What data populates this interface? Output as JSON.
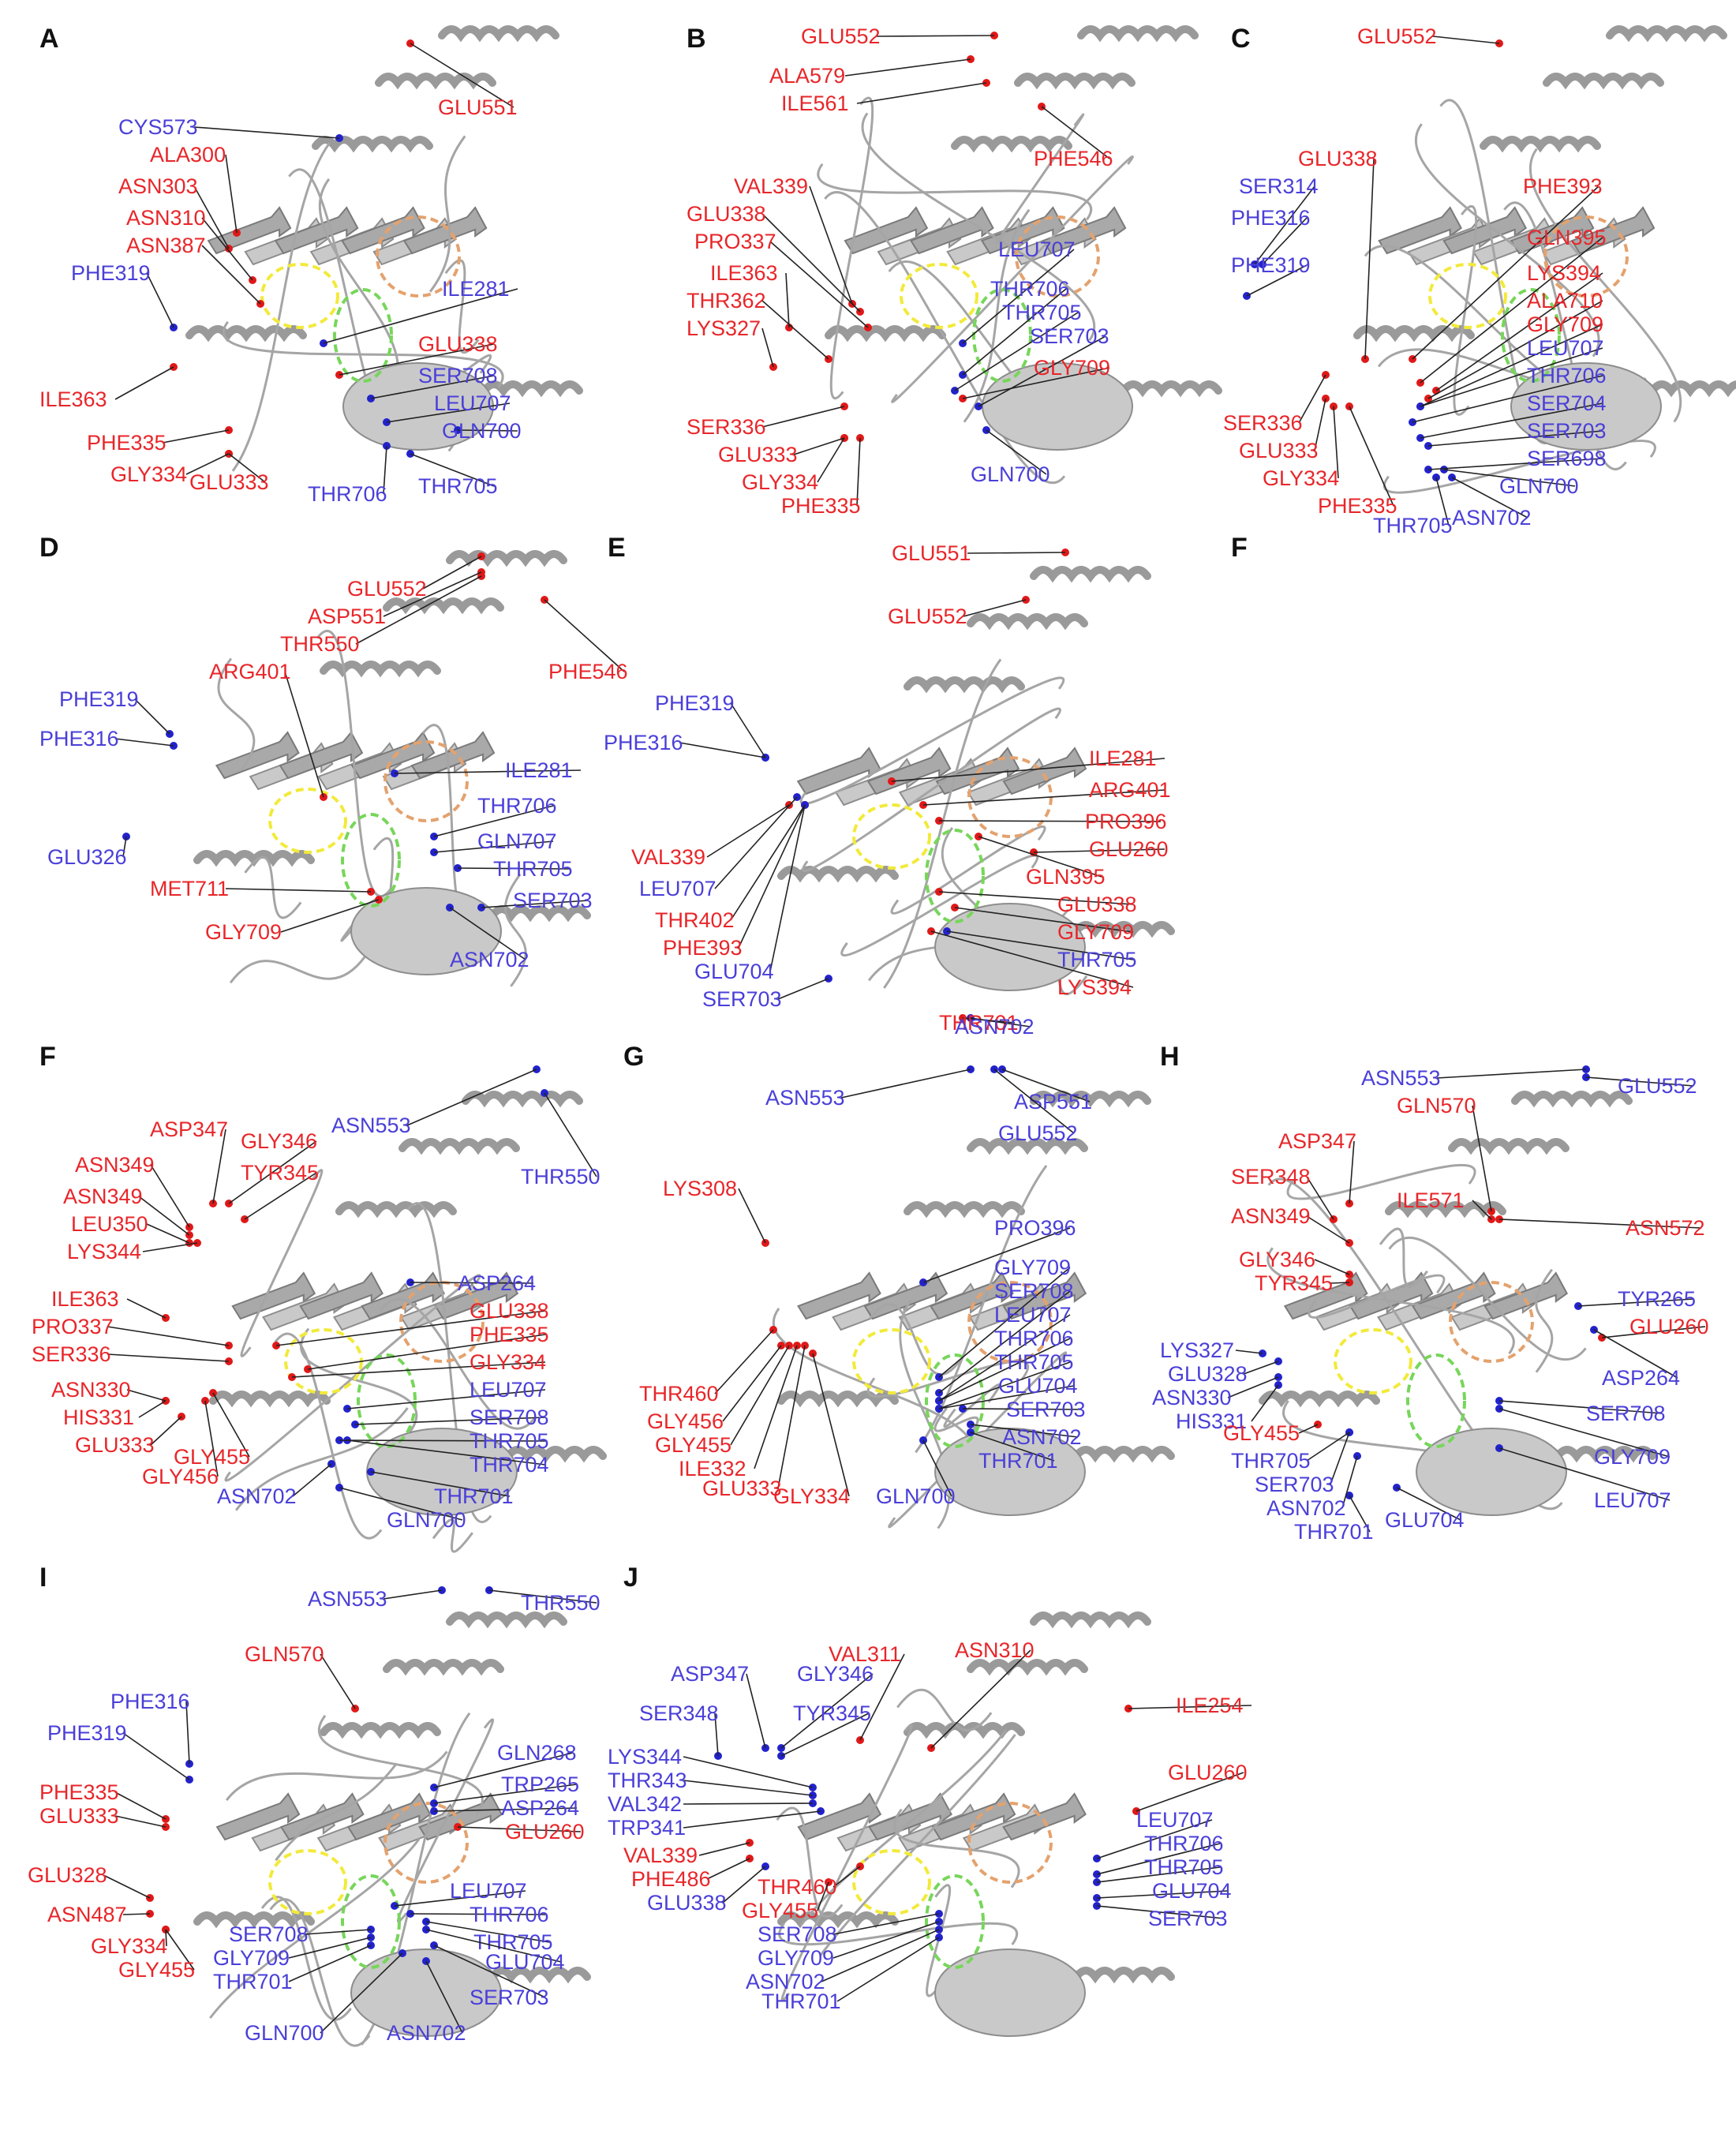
{
  "panels": [
    {
      "id": "A",
      "letter": "A",
      "labels": [
        {
          "text": "GLU551",
          "color": "red"
        },
        {
          "text": "CYS573",
          "color": "blue"
        },
        {
          "text": "ALA300",
          "color": "red"
        },
        {
          "text": "ASN303",
          "color": "red"
        },
        {
          "text": "ASN310",
          "color": "red"
        },
        {
          "text": "ASN387",
          "color": "red"
        },
        {
          "text": "PHE319",
          "color": "blue"
        },
        {
          "text": "ILE281",
          "color": "blue"
        },
        {
          "text": "GLU338",
          "color": "red"
        },
        {
          "text": "SER708",
          "color": "blue"
        },
        {
          "text": "LEU707",
          "color": "blue"
        },
        {
          "text": "GLN700",
          "color": "blue"
        },
        {
          "text": "ILE363",
          "color": "red"
        },
        {
          "text": "PHE335",
          "color": "red"
        },
        {
          "text": "GLY334",
          "color": "red"
        },
        {
          "text": "GLU333",
          "color": "red"
        },
        {
          "text": "THR706",
          "color": "blue"
        },
        {
          "text": "THR705",
          "color": "blue"
        }
      ]
    },
    {
      "id": "B",
      "letter": "B",
      "labels": [
        {
          "text": "GLU552",
          "color": "red"
        },
        {
          "text": "ALA579",
          "color": "red"
        },
        {
          "text": "ILE561",
          "color": "red"
        },
        {
          "text": "PHE546",
          "color": "red"
        },
        {
          "text": "VAL339",
          "color": "red"
        },
        {
          "text": "GLU338",
          "color": "red"
        },
        {
          "text": "PRO337",
          "color": "red"
        },
        {
          "text": "ILE363",
          "color": "red"
        },
        {
          "text": "THR362",
          "color": "red"
        },
        {
          "text": "LYS327",
          "color": "red"
        },
        {
          "text": "LEU707",
          "color": "blue"
        },
        {
          "text": "THR706",
          "color": "blue"
        },
        {
          "text": "THR705",
          "color": "blue"
        },
        {
          "text": "SER703",
          "color": "blue"
        },
        {
          "text": "GLY709",
          "color": "red"
        },
        {
          "text": "SER336",
          "color": "red"
        },
        {
          "text": "GLU333",
          "color": "red"
        },
        {
          "text": "GLY334",
          "color": "red"
        },
        {
          "text": "PHE335",
          "color": "red"
        },
        {
          "text": "GLN700",
          "color": "blue"
        }
      ]
    },
    {
      "id": "C",
      "letter": "C",
      "labels": [
        {
          "text": "GLU552",
          "color": "red"
        },
        {
          "text": "GLU338",
          "color": "red"
        },
        {
          "text": "SER314",
          "color": "blue"
        },
        {
          "text": "PHE316",
          "color": "blue"
        },
        {
          "text": "PHE319",
          "color": "blue"
        },
        {
          "text": "PHE393",
          "color": "red"
        },
        {
          "text": "GLN395",
          "color": "red"
        },
        {
          "text": "LYS394",
          "color": "red"
        },
        {
          "text": "ALA710",
          "color": "red"
        },
        {
          "text": "GLY709",
          "color": "red"
        },
        {
          "text": "LEU707",
          "color": "blue"
        },
        {
          "text": "THR706",
          "color": "blue"
        },
        {
          "text": "SER704",
          "color": "blue"
        },
        {
          "text": "SER703",
          "color": "blue"
        },
        {
          "text": "SER698",
          "color": "blue"
        },
        {
          "text": "SER336",
          "color": "red"
        },
        {
          "text": "GLU333",
          "color": "red"
        },
        {
          "text": "GLY334",
          "color": "red"
        },
        {
          "text": "PHE335",
          "color": "red"
        },
        {
          "text": "GLN700",
          "color": "blue"
        },
        {
          "text": "THR705",
          "color": "blue"
        },
        {
          "text": "ASN702",
          "color": "blue"
        }
      ]
    },
    {
      "id": "D",
      "letter": "D",
      "labels": [
        {
          "text": "GLU552",
          "color": "red"
        },
        {
          "text": "ASP551",
          "color": "red"
        },
        {
          "text": "THR550",
          "color": "red"
        },
        {
          "text": "PHE546",
          "color": "red"
        },
        {
          "text": "ARG401",
          "color": "red"
        },
        {
          "text": "PHE319",
          "color": "blue"
        },
        {
          "text": "PHE316",
          "color": "blue"
        },
        {
          "text": "ILE281",
          "color": "blue"
        },
        {
          "text": "THR706",
          "color": "blue"
        },
        {
          "text": "GLN707",
          "color": "blue"
        },
        {
          "text": "THR705",
          "color": "blue"
        },
        {
          "text": "SER703",
          "color": "blue"
        },
        {
          "text": "GLU326",
          "color": "blue"
        },
        {
          "text": "MET711",
          "color": "red"
        },
        {
          "text": "GLY709",
          "color": "red"
        },
        {
          "text": "ASN702",
          "color": "blue"
        }
      ]
    },
    {
      "id": "E",
      "letter": "E",
      "labels": [
        {
          "text": "GLU551",
          "color": "red"
        },
        {
          "text": "GLU552",
          "color": "red"
        },
        {
          "text": "PHE319",
          "color": "blue"
        },
        {
          "text": "PHE316",
          "color": "blue"
        },
        {
          "text": "ILE281",
          "color": "red"
        },
        {
          "text": "ARG401",
          "color": "red"
        },
        {
          "text": "PRO396",
          "color": "red"
        },
        {
          "text": "GLU260",
          "color": "red"
        },
        {
          "text": "VAL339",
          "color": "red"
        },
        {
          "text": "GLN395",
          "color": "red"
        },
        {
          "text": "LEU707",
          "color": "blue"
        },
        {
          "text": "GLU338",
          "color": "red"
        },
        {
          "text": "THR402",
          "color": "red"
        },
        {
          "text": "GLY709",
          "color": "red"
        },
        {
          "text": "PHE393",
          "color": "red"
        },
        {
          "text": "THR705",
          "color": "blue"
        },
        {
          "text": "GLU704",
          "color": "blue"
        },
        {
          "text": "LYS394",
          "color": "red"
        },
        {
          "text": "SER703",
          "color": "blue"
        },
        {
          "text": "THR701",
          "color": "red"
        },
        {
          "text": "ASN702",
          "color": "blue"
        }
      ]
    },
    {
      "id": "F-empty",
      "letter": "F",
      "labels": []
    },
    {
      "id": "F",
      "letter": "F",
      "labels": [
        {
          "text": "ASN553",
          "color": "blue"
        },
        {
          "text": "THR550",
          "color": "blue"
        },
        {
          "text": "ASP347",
          "color": "red"
        },
        {
          "text": "GLY346",
          "color": "red"
        },
        {
          "text": "ASN349",
          "color": "red"
        },
        {
          "text": "TYR345",
          "color": "red"
        },
        {
          "text": "ASN349",
          "color": "red"
        },
        {
          "text": "LEU350",
          "color": "red"
        },
        {
          "text": "LYS344",
          "color": "red"
        },
        {
          "text": "ASP264",
          "color": "blue"
        },
        {
          "text": "ILE363",
          "color": "red"
        },
        {
          "text": "GLU338",
          "color": "red"
        },
        {
          "text": "PRO337",
          "color": "red"
        },
        {
          "text": "PHE335",
          "color": "red"
        },
        {
          "text": "SER336",
          "color": "red"
        },
        {
          "text": "GLY334",
          "color": "red"
        },
        {
          "text": "LEU707",
          "color": "blue"
        },
        {
          "text": "SER708",
          "color": "blue"
        },
        {
          "text": "ASN330",
          "color": "red"
        },
        {
          "text": "THR705",
          "color": "blue"
        },
        {
          "text": "HIS331",
          "color": "red"
        },
        {
          "text": "THR704",
          "color": "blue"
        },
        {
          "text": "GLU333",
          "color": "red"
        },
        {
          "text": "GLY455",
          "color": "red"
        },
        {
          "text": "GLY456",
          "color": "red"
        },
        {
          "text": "THR701",
          "color": "blue"
        },
        {
          "text": "ASN702",
          "color": "blue"
        },
        {
          "text": "GLN700",
          "color": "blue"
        }
      ]
    },
    {
      "id": "G",
      "letter": "G",
      "labels": [
        {
          "text": "ASN553",
          "color": "blue"
        },
        {
          "text": "ASP551",
          "color": "blue"
        },
        {
          "text": "GLU552",
          "color": "blue"
        },
        {
          "text": "LYS308",
          "color": "red"
        },
        {
          "text": "PRO396",
          "color": "blue"
        },
        {
          "text": "GLY709",
          "color": "blue"
        },
        {
          "text": "SER708",
          "color": "blue"
        },
        {
          "text": "LEU707",
          "color": "blue"
        },
        {
          "text": "THR706",
          "color": "blue"
        },
        {
          "text": "THR705",
          "color": "blue"
        },
        {
          "text": "GLU704",
          "color": "blue"
        },
        {
          "text": "THR460",
          "color": "red"
        },
        {
          "text": "SER703",
          "color": "blue"
        },
        {
          "text": "GLY456",
          "color": "red"
        },
        {
          "text": "ASN702",
          "color": "blue"
        },
        {
          "text": "GLY455",
          "color": "red"
        },
        {
          "text": "THR701",
          "color": "blue"
        },
        {
          "text": "ILE332",
          "color": "red"
        },
        {
          "text": "GLU333",
          "color": "red"
        },
        {
          "text": "GLY334",
          "color": "red"
        },
        {
          "text": "GLN700",
          "color": "blue"
        }
      ]
    },
    {
      "id": "H",
      "letter": "H",
      "labels": [
        {
          "text": "ASN553",
          "color": "blue"
        },
        {
          "text": "GLU552",
          "color": "blue"
        },
        {
          "text": "GLN570",
          "color": "red"
        },
        {
          "text": "ASP347",
          "color": "red"
        },
        {
          "text": "SER348",
          "color": "red"
        },
        {
          "text": "ILE571",
          "color": "red"
        },
        {
          "text": "ASN349",
          "color": "red"
        },
        {
          "text": "ASN572",
          "color": "red"
        },
        {
          "text": "GLY346",
          "color": "red"
        },
        {
          "text": "TYR345",
          "color": "red"
        },
        {
          "text": "TYR265",
          "color": "blue"
        },
        {
          "text": "GLU260",
          "color": "red"
        },
        {
          "text": "LYS327",
          "color": "blue"
        },
        {
          "text": "GLU328",
          "color": "blue"
        },
        {
          "text": "ASP264",
          "color": "blue"
        },
        {
          "text": "ASN330",
          "color": "blue"
        },
        {
          "text": "HIS331",
          "color": "blue"
        },
        {
          "text": "SER708",
          "color": "blue"
        },
        {
          "text": "GLY455",
          "color": "red"
        },
        {
          "text": "GLY709",
          "color": "blue"
        },
        {
          "text": "THR705",
          "color": "blue"
        },
        {
          "text": "SER703",
          "color": "blue"
        },
        {
          "text": "LEU707",
          "color": "blue"
        },
        {
          "text": "ASN702",
          "color": "blue"
        },
        {
          "text": "GLU704",
          "color": "blue"
        },
        {
          "text": "THR701",
          "color": "blue"
        }
      ]
    },
    {
      "id": "I",
      "letter": "I",
      "labels": [
        {
          "text": "ASN553",
          "color": "blue"
        },
        {
          "text": "THR550",
          "color": "blue"
        },
        {
          "text": "GLN570",
          "color": "red"
        },
        {
          "text": "PHE316",
          "color": "blue"
        },
        {
          "text": "PHE319",
          "color": "blue"
        },
        {
          "text": "GLN268",
          "color": "blue"
        },
        {
          "text": "PHE335",
          "color": "red"
        },
        {
          "text": "TRP265",
          "color": "blue"
        },
        {
          "text": "GLU333",
          "color": "red"
        },
        {
          "text": "ASP264",
          "color": "blue"
        },
        {
          "text": "GLU260",
          "color": "red"
        },
        {
          "text": "GLU328",
          "color": "red"
        },
        {
          "text": "LEU707",
          "color": "blue"
        },
        {
          "text": "THR706",
          "color": "blue"
        },
        {
          "text": "ASN487",
          "color": "red"
        },
        {
          "text": "THR705",
          "color": "blue"
        },
        {
          "text": "GLU704",
          "color": "blue"
        },
        {
          "text": "GLY334",
          "color": "red"
        },
        {
          "text": "GLY455",
          "color": "red"
        },
        {
          "text": "SER708",
          "color": "blue"
        },
        {
          "text": "SER703",
          "color": "blue"
        },
        {
          "text": "GLY709",
          "color": "blue"
        },
        {
          "text": "THR701",
          "color": "blue"
        },
        {
          "text": "GLN700",
          "color": "blue"
        },
        {
          "text": "ASN702",
          "color": "blue"
        }
      ]
    },
    {
      "id": "J",
      "letter": "J",
      "labels": [
        {
          "text": "VAL311",
          "color": "red"
        },
        {
          "text": "ASN310",
          "color": "red"
        },
        {
          "text": "ASP347",
          "color": "blue"
        },
        {
          "text": "GLY346",
          "color": "blue"
        },
        {
          "text": "SER348",
          "color": "blue"
        },
        {
          "text": "TYR345",
          "color": "blue"
        },
        {
          "text": "ILE254",
          "color": "red"
        },
        {
          "text": "LYS344",
          "color": "blue"
        },
        {
          "text": "THR343",
          "color": "blue"
        },
        {
          "text": "VAL342",
          "color": "blue"
        },
        {
          "text": "GLU260",
          "color": "red"
        },
        {
          "text": "TRP341",
          "color": "blue"
        },
        {
          "text": "LEU707",
          "color": "blue"
        },
        {
          "text": "VAL339",
          "color": "red"
        },
        {
          "text": "THR706",
          "color": "blue"
        },
        {
          "text": "PHE486",
          "color": "red"
        },
        {
          "text": "THR705",
          "color": "blue"
        },
        {
          "text": "GLU338",
          "color": "blue"
        },
        {
          "text": "THR460",
          "color": "red"
        },
        {
          "text": "GLU704",
          "color": "blue"
        },
        {
          "text": "GLY455",
          "color": "red"
        },
        {
          "text": "SER703",
          "color": "blue"
        },
        {
          "text": "SER708",
          "color": "blue"
        },
        {
          "text": "GLY709",
          "color": "blue"
        },
        {
          "text": "ASN702",
          "color": "blue"
        },
        {
          "text": "THR701",
          "color": "blue"
        }
      ]
    }
  ],
  "colors": {
    "red": "#e8262a",
    "blue": "#4a3fd8",
    "ribbon": "#c9c9c9",
    "pocket_yellow": "#f2ea3a",
    "pocket_green": "#77d65a",
    "pocket_orange": "#e4a26e"
  }
}
